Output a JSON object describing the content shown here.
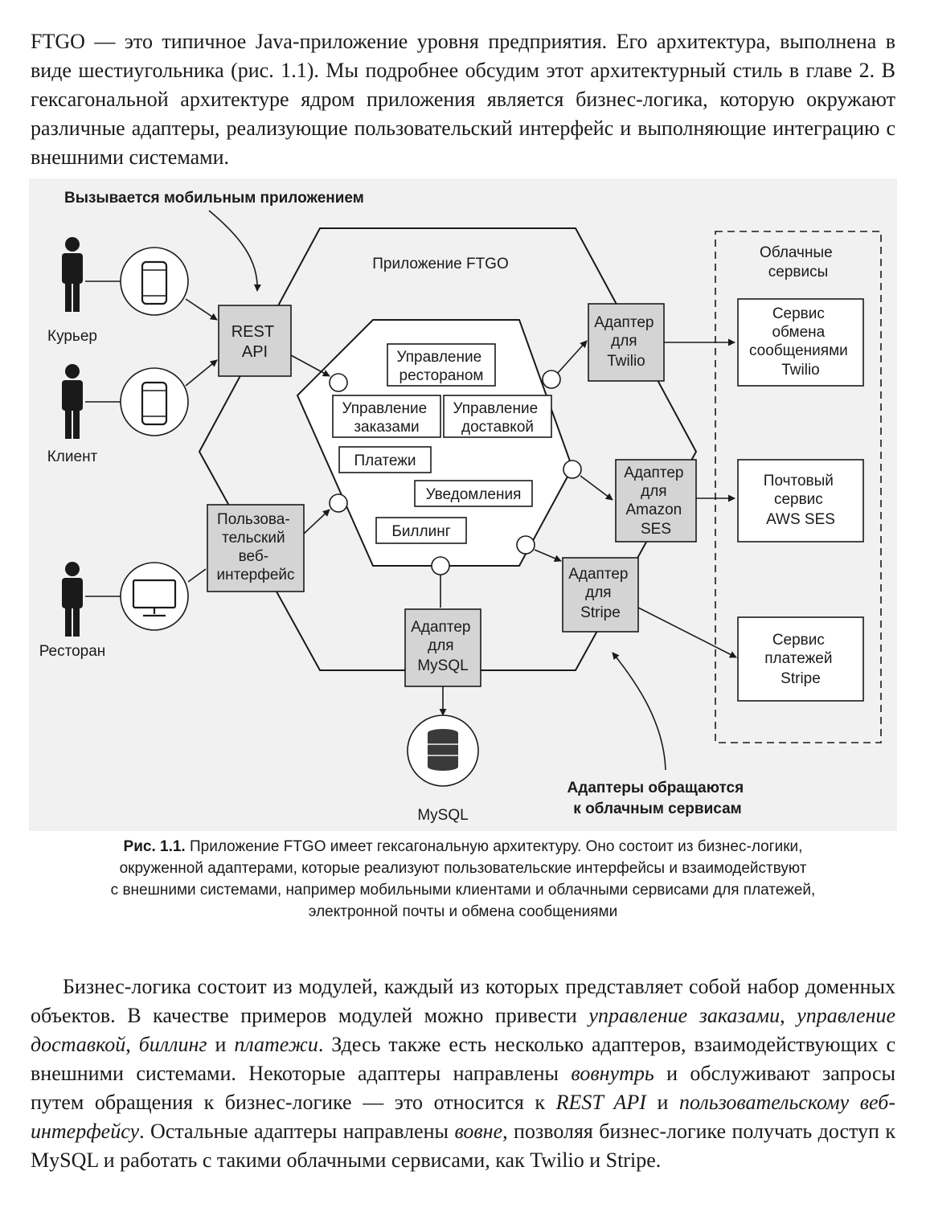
{
  "paragraph1": "FTGO — это типичное Java-приложение уровня предприятия. Его архитектура, выполнена в виде шестиугольника (рис. 1.1). Мы подробнее обсудим этот архитектурный стиль в главе 2. В гексагональной архитектуре ядром приложения является бизнес-логика, которую окружают различные адаптеры, реализующие пользовательский интерфейс и выполняющие интеграцию с внешними системами.",
  "figure": {
    "callout_mobile": "Вызывается мобильным приложением",
    "app_title": "Приложение FTGO",
    "actors": {
      "courier": "Курьер",
      "client": "Клиент",
      "restaurant": "Ресторан"
    },
    "rest_api": [
      "REST",
      "API"
    ],
    "web_ui": [
      "Пользова-",
      "тельский",
      "веб-",
      "интерфейс"
    ],
    "modules": {
      "restaurant_mgmt": [
        "Управление",
        "рестораном"
      ],
      "order_mgmt": [
        "Управление",
        "заказами"
      ],
      "delivery_mgmt": [
        "Управление",
        "доставкой"
      ],
      "payments": "Платежи",
      "notifications": "Уведомления",
      "billing": "Биллинг"
    },
    "adapters": {
      "twilio": [
        "Адаптер",
        "для",
        "Twilio"
      ],
      "ses": [
        "Адаптер",
        "для",
        "Amazon",
        "SES"
      ],
      "stripe": [
        "Адаптер",
        "для",
        "Stripe"
      ],
      "mysql": [
        "Адаптер",
        "для",
        "MySQL"
      ]
    },
    "cloud": {
      "title": [
        "Облачные",
        "сервисы"
      ],
      "twilio": [
        "Сервис",
        "обмена",
        "сообщениями",
        "Twilio"
      ],
      "ses": [
        "Почтовый",
        "сервис",
        "AWS SES"
      ],
      "stripe": [
        "Сервис",
        "платежей",
        "Stripe"
      ]
    },
    "mysql_label": "MySQL",
    "callout_cloud": [
      "Адаптеры обращаются",
      "к облачным сервисам"
    ]
  },
  "caption": {
    "label": "Рис. 1.1.",
    "lines": [
      "Приложение FTGO имеет гексагональную архитектуру. Оно состоит из бизнес-логики,",
      "окруженной адаптерами, которые реализуют пользовательские интерфейсы и взаимодействуют",
      "с внешними системами, например мобильными клиентами и облачными сервисами для платежей,",
      "электронной почты и обмена сообщениями"
    ]
  },
  "paragraph2": {
    "t1": "Бизнес-логика состоит из модулей, каждый из которых представляет собой набор доменных объектов. В качестве примеров модулей можно привести ",
    "e1": "управление заказами",
    "t2": ", ",
    "e2": "управление доставкой",
    "t3": ", ",
    "e3": "биллинг",
    "t4": " и ",
    "e4": "платежи",
    "t5": ". Здесь также есть несколько адаптеров, взаимодействующих с внешними системами. Некоторые адаптеры направлены ",
    "e5": "вовнутрь",
    "t6": " и обслуживают запросы путем обращения к бизнес-логике — это относится к ",
    "e6": "REST API",
    "t7": " и ",
    "e7": "пользовательскому веб-интерфейсу",
    "t8": ". Остальные адаптеры направлены ",
    "e8": "вовне",
    "t9": ", позволяя бизнес-логике получать доступ к MySQL и работать с такими облачными сервисами, как Twilio и Stripe."
  }
}
